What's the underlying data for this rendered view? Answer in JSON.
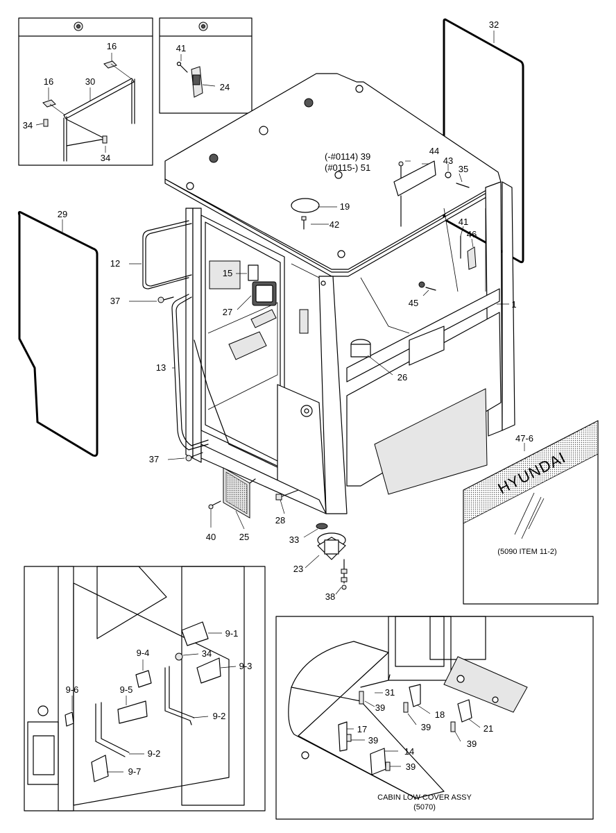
{
  "labels": {
    "l1": "1",
    "l9_1": "9-1",
    "l9_2a": "9-2",
    "l9_2b": "9-2",
    "l9_3": "9-3",
    "l9_4": "9-4",
    "l9_5": "9-5",
    "l9_6": "9-6",
    "l9_7": "9-7",
    "l12": "12",
    "l13": "13",
    "l14": "14",
    "l15": "15",
    "l16a": "16",
    "l16b": "16",
    "l17": "17",
    "l18": "18",
    "l19": "19",
    "l21": "21",
    "l23": "23",
    "l24": "24",
    "l25": "25",
    "l26": "26",
    "l27": "27",
    "l28": "28",
    "l29": "29",
    "l30": "30",
    "l31": "31",
    "l32": "32",
    "l33": "33",
    "l34a": "34",
    "l34b": "34",
    "l34c": "34",
    "l35": "35",
    "l37a": "37",
    "l37b": "37",
    "l38": "38",
    "l39_top": "(-#0114) 39",
    "l51_top": "(#0115-) 51",
    "l39a": "39",
    "l39b": "39",
    "l39c": "39",
    "l39d": "39",
    "l39e": "39",
    "l40": "40",
    "l41a": "41",
    "l41b": "41",
    "l42": "42",
    "l43": "43",
    "l44": "44",
    "l45": "45",
    "l46": "46",
    "l47_6": "47-6"
  },
  "decal": {
    "brand": "HYUNDAI",
    "ref": "(5090 ITEM 11-2)"
  },
  "lower_cover": {
    "title": "CABIN LOW COVER ASSY",
    "ref": "(5070)"
  }
}
